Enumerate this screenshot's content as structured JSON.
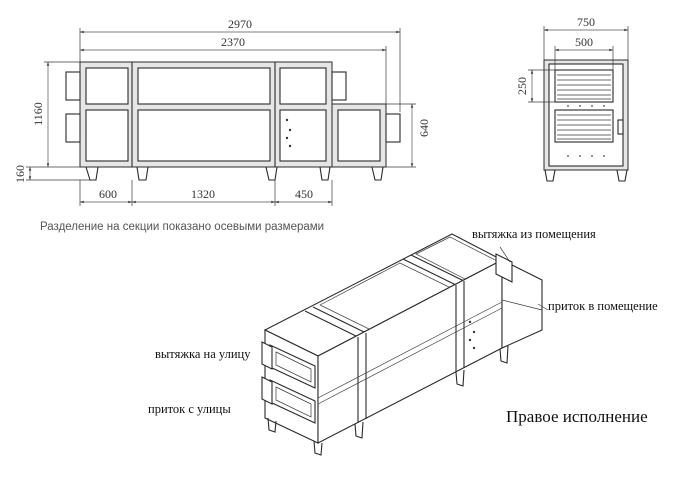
{
  "front_view": {
    "dim_total_length": "2970",
    "dim_body_length": "2370",
    "dim_height": "1160",
    "dim_leg_height": "160",
    "dim_right_section_height": "640",
    "dim_section_1": "600",
    "dim_section_2": "1320",
    "dim_section_3": "450"
  },
  "side_view": {
    "dim_width": "750",
    "dim_inner_width": "500",
    "dim_grille_height": "250"
  },
  "note": "Разделение на секции показано осевыми размерами",
  "labels": {
    "exhaust_from_room": "вытяжка из помещения",
    "supply_to_room": "приток в помещение",
    "exhaust_to_street": "вытяжка на улицу",
    "supply_from_street": "приток с улицы",
    "version": "Правое исполнение"
  }
}
